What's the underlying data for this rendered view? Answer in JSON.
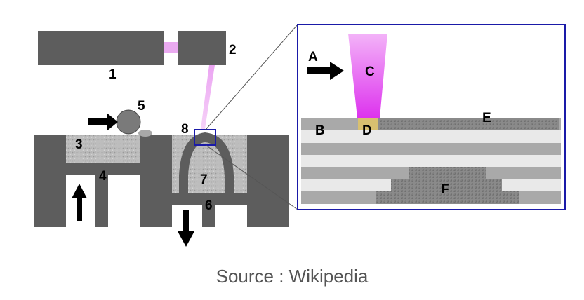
{
  "diagram": {
    "labels": {
      "n1": "1",
      "n2": "2",
      "n3": "3",
      "n4": "4",
      "n5": "5",
      "n6": "6",
      "n7": "7",
      "n8": "8",
      "a": "A",
      "b": "B",
      "c": "C",
      "d": "D",
      "e": "E",
      "f": "F"
    },
    "caption": "Source : Wikipedia"
  },
  "colors": {
    "machine_part": "#5d5d5d",
    "powder": "#bdbdbd",
    "beam": "#e070f0",
    "inset_border": "#1a1aa8",
    "layer_dark": "#a9a9a9",
    "layer_light": "#e9e9e9",
    "melt_pool": "#d8c070",
    "caption_text": "#555555"
  }
}
